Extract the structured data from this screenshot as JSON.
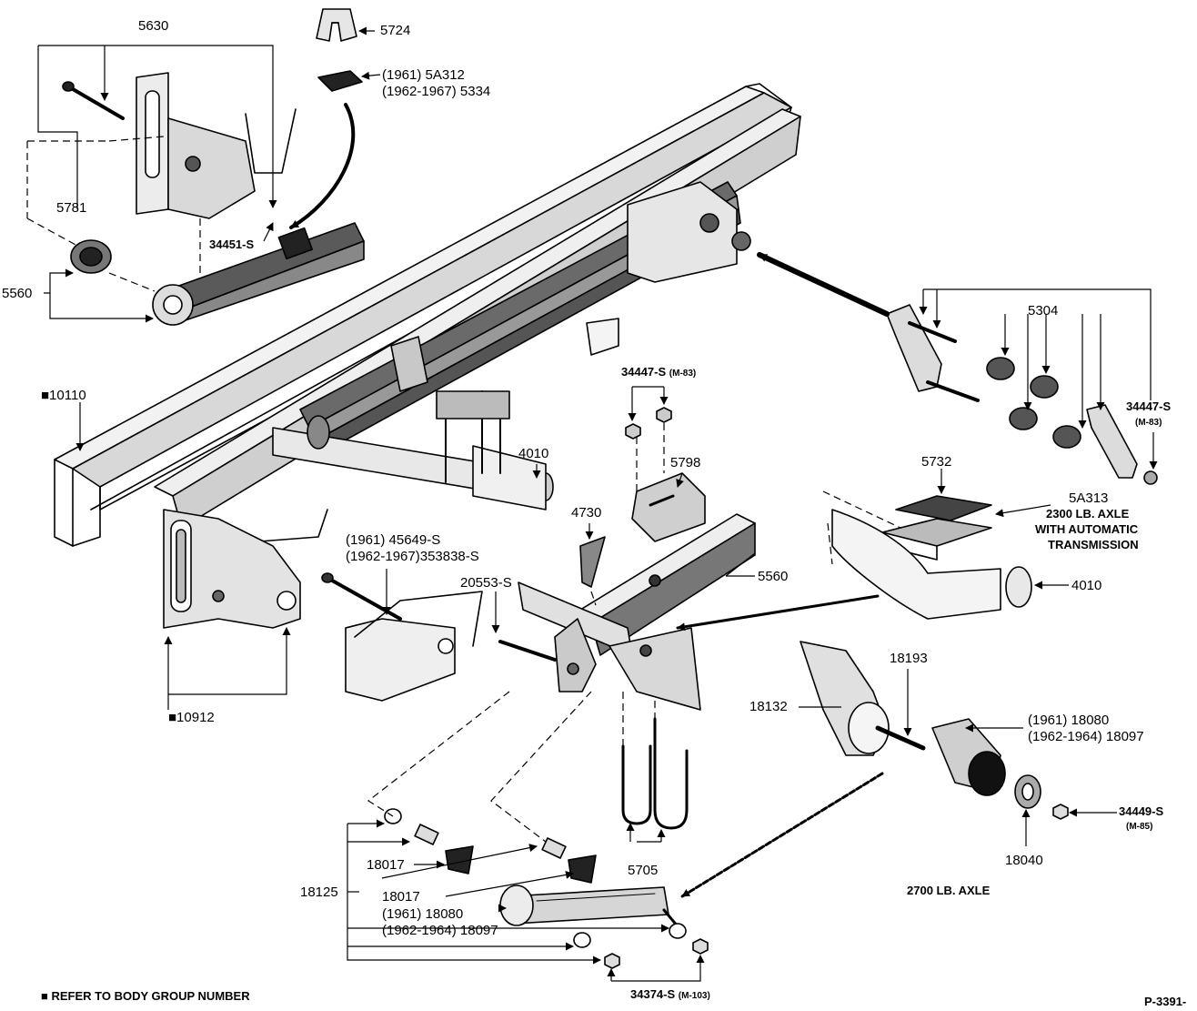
{
  "labels": {
    "p5630": "5630",
    "p5724": "5724",
    "p5a312_1961": "(1961) 5A312",
    "p5334_1962": "(1962-1967) 5334",
    "p5781": "5781",
    "p34451": "34451-S",
    "p5560_left": "5560",
    "p10110": "■10110",
    "p5304": "5304",
    "p34447_top": "34447-S",
    "p34447_top_m": "(M-83)",
    "p34447_right": "34447-S",
    "p34447_right_m": "(M-83)",
    "p4010_top": "4010",
    "p5798": "5798",
    "p4730": "4730",
    "p5732": "5732",
    "p5a313": "5A313",
    "p2300_1": "2300 LB. AXLE",
    "p2300_2": "WITH AUTOMATIC",
    "p2300_3": "TRANSMISSION",
    "p45649": "(1961) 45649-S",
    "p353838": "(1962-1967)353838-S",
    "p20553": "20553-S",
    "p5560_mid": "5560",
    "p4010_right": "4010",
    "p18193": "18193",
    "p18132": "18132",
    "p18080_r1": "(1961) 18080",
    "p18097_r2": "(1962-1964) 18097",
    "p10912": "■10912",
    "p34449": "34449-S",
    "p34449_m": "(M-85)",
    "p18040": "18040",
    "p2700": "2700 LB. AXLE",
    "p5705": "5705",
    "p18017_a": "18017",
    "p18125": "18125",
    "p18017_b": "18017",
    "p18080_b1": "(1961) 18080",
    "p18097_b2": "(1962-1964) 18097",
    "p34374": "34374-S",
    "p34374_m": "(M-103)",
    "footnote": "■ REFER TO BODY GROUP NUMBER",
    "figure_id": "P-3391-"
  }
}
